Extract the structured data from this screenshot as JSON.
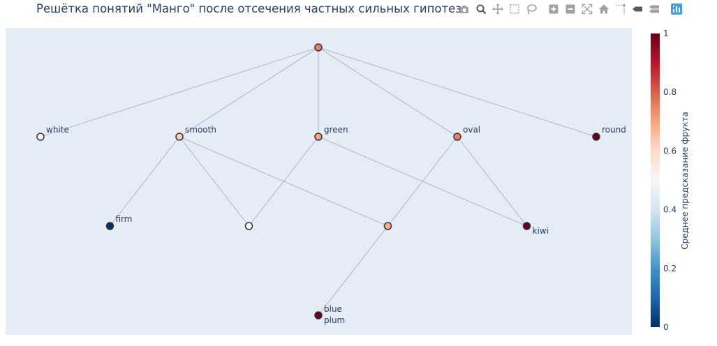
{
  "title": "Решётка понятий \"Манго\" после отсечения частных сильных гипотез",
  "modebar": [
    {
      "name": "camera-icon"
    },
    {
      "name": "zoom-icon"
    },
    {
      "name": "pan-icon"
    },
    {
      "name": "box-select-icon"
    },
    {
      "name": "lasso-select-icon"
    },
    {
      "name": "zoom-in-icon"
    },
    {
      "name": "zoom-out-icon"
    },
    {
      "name": "autoscale-icon"
    },
    {
      "name": "reset-axes-icon"
    },
    {
      "name": "spike-lines-icon"
    },
    {
      "name": "hover-closest-icon"
    },
    {
      "name": "hover-compare-icon"
    },
    {
      "name": "plotly-logo-icon"
    }
  ],
  "chart_data": {
    "type": "network",
    "colorscale": "RdBu_r",
    "colorbar": {
      "title": "Среднее предсказание фрукта",
      "range": [
        0,
        1
      ],
      "ticks": [
        {
          "value": 0,
          "label": "0"
        },
        {
          "value": 0.2,
          "label": "0.2"
        },
        {
          "value": 0.4,
          "label": "0.4"
        },
        {
          "value": 0.6,
          "label": "0.6"
        },
        {
          "value": 0.8,
          "label": "0.8"
        },
        {
          "value": 1,
          "label": "1"
        }
      ]
    },
    "nodes": [
      {
        "id": "top",
        "level": 0,
        "pos": 3,
        "value": 0.75,
        "label": []
      },
      {
        "id": "white",
        "level": 1,
        "pos": 1,
        "value": 0.5,
        "label": [
          "white"
        ]
      },
      {
        "id": "smooth",
        "level": 1,
        "pos": 2,
        "value": 0.62,
        "label": [
          "smooth"
        ]
      },
      {
        "id": "green",
        "level": 1,
        "pos": 3,
        "value": 0.7,
        "label": [
          "green"
        ]
      },
      {
        "id": "oval",
        "level": 1,
        "pos": 4,
        "value": 0.75,
        "label": [
          "oval"
        ]
      },
      {
        "id": "round",
        "level": 1,
        "pos": 5,
        "value": 1.0,
        "label": [
          "round"
        ]
      },
      {
        "id": "firm",
        "level": 2,
        "pos": 1.5,
        "value": 0.0,
        "label": [
          "firm"
        ]
      },
      {
        "id": "n_sg",
        "level": 2,
        "pos": 2.5,
        "value": 0.5,
        "label": []
      },
      {
        "id": "n_so",
        "level": 2,
        "pos": 3.5,
        "value": 0.68,
        "label": []
      },
      {
        "id": "kiwi",
        "level": 2,
        "pos": 4.5,
        "value": 1.0,
        "label": [
          "kiwi"
        ],
        "label_side": "below"
      },
      {
        "id": "bp",
        "level": 3,
        "pos": 3,
        "value": 1.0,
        "label": [
          "blue",
          "plum"
        ],
        "label_side": "split"
      }
    ],
    "edges": [
      [
        "top",
        "white"
      ],
      [
        "top",
        "smooth"
      ],
      [
        "top",
        "green"
      ],
      [
        "top",
        "oval"
      ],
      [
        "top",
        "round"
      ],
      [
        "smooth",
        "firm"
      ],
      [
        "smooth",
        "n_sg"
      ],
      [
        "smooth",
        "n_so"
      ],
      [
        "green",
        "n_sg"
      ],
      [
        "green",
        "kiwi"
      ],
      [
        "oval",
        "n_so"
      ],
      [
        "oval",
        "kiwi"
      ],
      [
        "n_so",
        "bp"
      ]
    ],
    "xlabel": "",
    "ylabel": "",
    "grid": false,
    "legend": "none"
  }
}
